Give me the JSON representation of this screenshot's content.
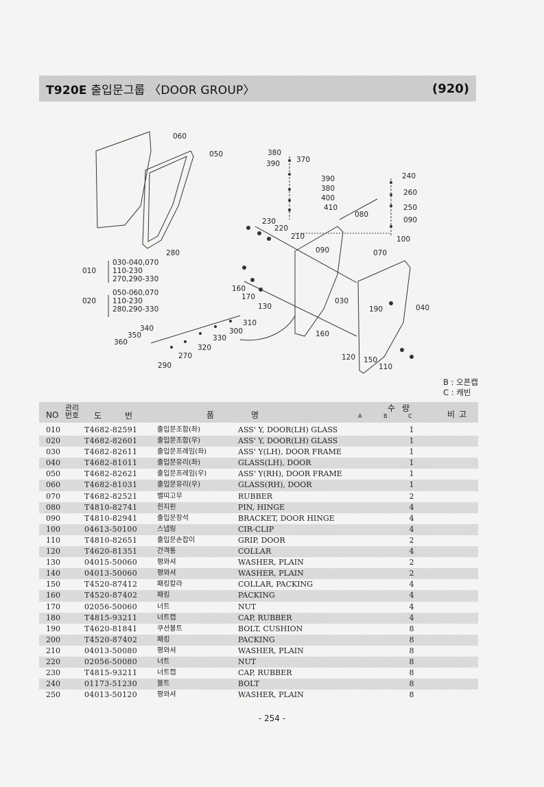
{
  "header": {
    "code": "T920E",
    "title_kr": "출입문그룹",
    "title_en": "〈DOOR GROUP〉",
    "group_no": "(920)"
  },
  "diagram": {
    "callouts": [
      "060",
      "050",
      "380",
      "370",
      "390",
      "390",
      "380",
      "400",
      "410",
      "080",
      "240",
      "260",
      "250",
      "090",
      "100",
      "230",
      "220",
      "210",
      "280",
      "090",
      "070",
      "160",
      "170",
      "130",
      "030",
      "190",
      "040",
      "160",
      "340",
      "350",
      "360",
      "310",
      "300",
      "330",
      "320",
      "270",
      "290",
      "120",
      "150",
      "110"
    ],
    "assemblies": [
      {
        "no": "010",
        "lines": [
          "030-040,070",
          "110-230",
          "270,290-330"
        ]
      },
      {
        "no": "020",
        "lines": [
          "050-060,070",
          "110-230",
          "280,290-330"
        ]
      }
    ]
  },
  "legend": {
    "b": "B : 오픈캡",
    "c": "C : 캐빈"
  },
  "table": {
    "headers": {
      "no": "NO",
      "mgmt": "관리 번호",
      "part_no": "도번",
      "name": "품명",
      "qty": "수량",
      "a": "A",
      "b": "B",
      "c": "C",
      "note": "비고"
    },
    "rows": [
      {
        "no": "010",
        "part": "T4682-82591",
        "kr": "출입문조합(좌)",
        "en": "ASS' Y, DOOR(LH) GLASS",
        "qty": "1"
      },
      {
        "no": "020",
        "part": "T4682-82601",
        "kr": "출입문조합(우)",
        "en": "ASS' Y, DOOR(LH) GLASS",
        "qty": "1"
      },
      {
        "no": "030",
        "part": "T4682-82611",
        "kr": "출입문프레임(좌)",
        "en": "ASS' Y(LH), DOOR FRAME",
        "qty": "1"
      },
      {
        "no": "040",
        "part": "T4682-81011",
        "kr": "출입문유리(좌)",
        "en": "GLASS(LH), DOOR",
        "qty": "1"
      },
      {
        "no": "050",
        "part": "T4682-82621",
        "kr": "출입문프레임(우)",
        "en": "ASS' Y(RH), DOOR FRAME",
        "qty": "1"
      },
      {
        "no": "060",
        "part": "T4682-81031",
        "kr": "출입문유리(우)",
        "en": "GLASS(RH), DOOR",
        "qty": "1"
      },
      {
        "no": "070",
        "part": "T4682-82521",
        "kr": "벨띠고무",
        "en": "RUBBER",
        "qty": "2"
      },
      {
        "no": "080",
        "part": "T4810-82741",
        "kr": "힌지핀",
        "en": "PIN, HINGE",
        "qty": "4"
      },
      {
        "no": "090",
        "part": "T4810-82941",
        "kr": "출입문장석",
        "en": "BRACKET, DOOR HINGE",
        "qty": "4"
      },
      {
        "no": "100",
        "part": "04613-50100",
        "kr": "스냅링",
        "en": "CIR-CLIP",
        "qty": "4"
      },
      {
        "no": "110",
        "part": "T4810-82651",
        "kr": "출입문손잡이",
        "en": "GRIP, DOOR",
        "qty": "2"
      },
      {
        "no": "120",
        "part": "T4620-81351",
        "kr": "간격통",
        "en": "COLLAR",
        "qty": "4"
      },
      {
        "no": "130",
        "part": "04015-50060",
        "kr": "평와셔",
        "en": "WASHER, PLAIN",
        "qty": "2"
      },
      {
        "no": "140",
        "part": "04013-50060",
        "kr": "평와셔",
        "en": "WASHER, PLAIN",
        "qty": "2"
      },
      {
        "no": "150",
        "part": "T4520-87412",
        "kr": "패킹칼라",
        "en": "COLLAR, PACKING",
        "qty": "4"
      },
      {
        "no": "160",
        "part": "T4520-87402",
        "kr": "패킹",
        "en": "PACKING",
        "qty": "4"
      },
      {
        "no": "170",
        "part": "02056-50060",
        "kr": "너트",
        "en": "NUT",
        "qty": "4"
      },
      {
        "no": "180",
        "part": "T4815-93211",
        "kr": "너트캡",
        "en": "CAP, RUBBER",
        "qty": "4"
      },
      {
        "no": "190",
        "part": "T4620-81841",
        "kr": "쿠션볼트",
        "en": "BOLT, CUSHION",
        "qty": "8"
      },
      {
        "no": "200",
        "part": "T4520-87402",
        "kr": "패킹",
        "en": "PACKING",
        "qty": "8"
      },
      {
        "no": "210",
        "part": "04013-50080",
        "kr": "평와셔",
        "en": "WASHER, PLAIN",
        "qty": "8"
      },
      {
        "no": "220",
        "part": "02056-50080",
        "kr": "너트",
        "en": "NUT",
        "qty": "8"
      },
      {
        "no": "230",
        "part": "T4815-93211",
        "kr": "너트캡",
        "en": "CAP, RUBBER",
        "qty": "8"
      },
      {
        "no": "240",
        "part": "01173-51230",
        "kr": "볼트",
        "en": "BOLT",
        "qty": "8"
      },
      {
        "no": "250",
        "part": "04013-50120",
        "kr": "평와셔",
        "en": "WASHER, PLAIN",
        "qty": "8"
      }
    ]
  },
  "footer": {
    "page_number": "- 254 -"
  }
}
